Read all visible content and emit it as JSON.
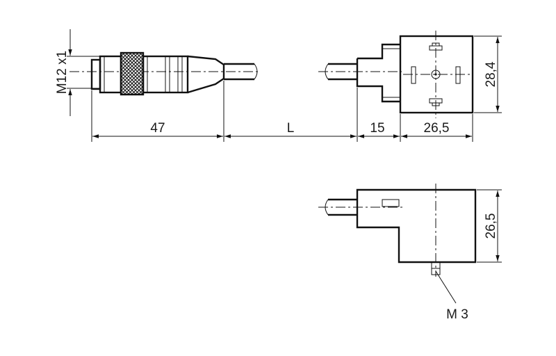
{
  "dimensions": {
    "thread": "M12 x1",
    "connector_length": "47",
    "cable_length": "L",
    "valve_offset": "15",
    "valve_width": "26,5",
    "valve_height_front": "28,4",
    "valve_height_side": "26,5",
    "screw": "M 3"
  }
}
